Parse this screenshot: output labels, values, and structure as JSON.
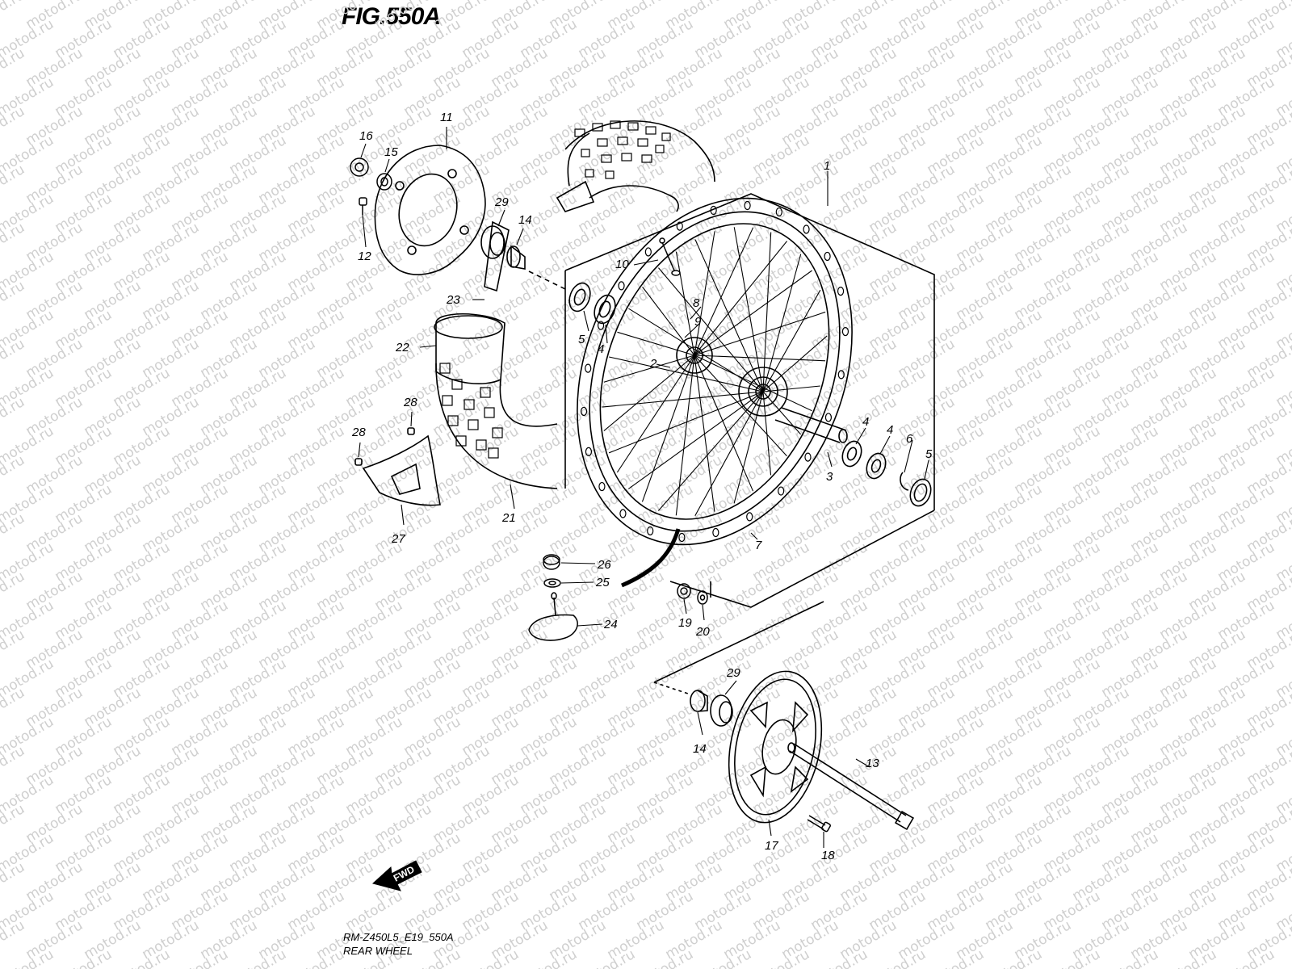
{
  "figure": {
    "title": "FIG.550A",
    "code": "RM-Z450L5_E19_550A",
    "name": "REAR WHEEL",
    "fwd_label": "FWD"
  },
  "watermark": {
    "text": "motod.ru"
  },
  "parts": [
    {
      "ref": "1"
    },
    {
      "ref": "2"
    },
    {
      "ref": "3"
    },
    {
      "ref": "4"
    },
    {
      "ref": "4"
    },
    {
      "ref": "4"
    },
    {
      "ref": "5"
    },
    {
      "ref": "5"
    },
    {
      "ref": "6"
    },
    {
      "ref": "7"
    },
    {
      "ref": "8"
    },
    {
      "ref": "9"
    },
    {
      "ref": "10"
    },
    {
      "ref": "11"
    },
    {
      "ref": "12"
    },
    {
      "ref": "13"
    },
    {
      "ref": "14"
    },
    {
      "ref": "14"
    },
    {
      "ref": "15"
    },
    {
      "ref": "16"
    },
    {
      "ref": "17"
    },
    {
      "ref": "18"
    },
    {
      "ref": "19"
    },
    {
      "ref": "20"
    },
    {
      "ref": "21"
    },
    {
      "ref": "22"
    },
    {
      "ref": "23"
    },
    {
      "ref": "24"
    },
    {
      "ref": "25"
    },
    {
      "ref": "26"
    },
    {
      "ref": "27"
    },
    {
      "ref": "28"
    },
    {
      "ref": "28"
    },
    {
      "ref": "29"
    },
    {
      "ref": "29"
    }
  ]
}
